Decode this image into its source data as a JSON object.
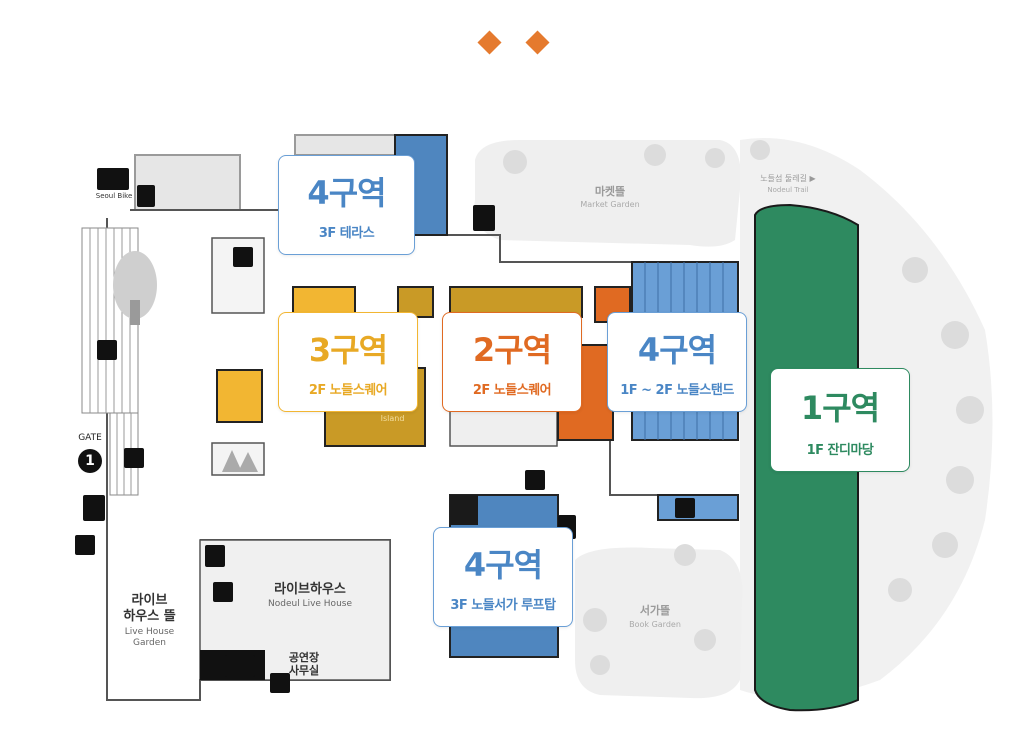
{
  "zones": [
    {
      "id": "zone-4-terrace",
      "title": "4구역",
      "subtitle": "3F 테라스",
      "color": "#4a86c5"
    },
    {
      "id": "zone-3",
      "title": "3구역",
      "subtitle": "2F 노들스퀘어",
      "color": "#e8a925"
    },
    {
      "id": "zone-2",
      "title": "2구역",
      "subtitle": "2F 노들스퀘어",
      "color": "#e06a22"
    },
    {
      "id": "zone-4-stand",
      "title": "4구역",
      "subtitle": "1F ~ 2F 노들스탠드",
      "color": "#4a86c5"
    },
    {
      "id": "zone-1",
      "title": "1구역",
      "subtitle": "1F 잔디마당",
      "color": "#2e8a60"
    },
    {
      "id": "zone-4-rooftop",
      "title": "4구역",
      "subtitle": "3F 노들서가 루프탑",
      "color": "#4a86c5"
    }
  ],
  "places": {
    "seoul_bike": "Seoul Bike",
    "gate_label": "GATE",
    "gate_number": "1",
    "market_ko": "마켓뜰",
    "market_en": "Market Garden",
    "trail_ko": "노들섬 둘레길 ▶",
    "trail_en": "Nodeul Trail",
    "book_ko": "서가뜰",
    "book_en": "Book Garden",
    "livehouse_ko": "라이브하우스",
    "livehouse_en": "Nodeul Live House",
    "lh_garden_ko_1": "라이브",
    "lh_garden_ko_2": "하우스 뜰",
    "lh_garden_en_1": "Live House",
    "lh_garden_en_2": "Garden",
    "office_1": "공연장",
    "office_2": "사무실",
    "island": "Island"
  },
  "colors": {
    "orange": "#e57a2e",
    "yellow": "#f2b632",
    "ochre": "#c99a26",
    "blue": "#6a9fd6",
    "green": "#2e8a60"
  }
}
